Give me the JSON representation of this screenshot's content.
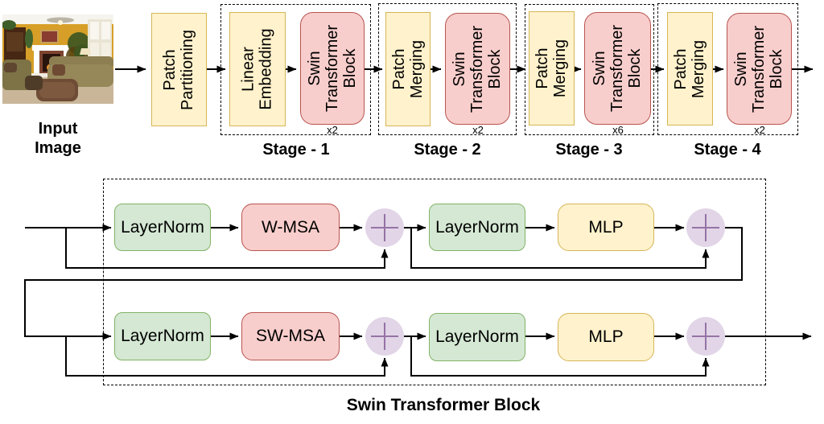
{
  "colors": {
    "yellow_fill": "#FFF2CC",
    "yellow_border": "#D6B656",
    "pink_fill": "#F8CECC",
    "pink_border": "#B85450",
    "green_fill": "#D5E8D4",
    "green_border": "#82B366",
    "node_fill": "#E1D5E7",
    "node_plus": "#9673A6",
    "wire": "#000000"
  },
  "pipeline": {
    "input_label": "Input\nImage",
    "patch_partitioning": "Patch\nPartitioning",
    "stages": [
      {
        "label": "Stage - 1",
        "box1": "Linear\nEmbedding",
        "box2": "Swin\nTransformer\nBlock",
        "mult": "x2"
      },
      {
        "label": "Stage - 2",
        "box1": "Patch\nMerging",
        "box2": "Swin\nTransformer\nBlock",
        "mult": "x2"
      },
      {
        "label": "Stage - 3",
        "box1": "Patch\nMerging",
        "box2": "Swin\nTransformer\nBlock",
        "mult": "x6"
      },
      {
        "label": "Stage - 4",
        "box1": "Patch\nMerging",
        "box2": "Swin\nTransformer\nBlock",
        "mult": "x2"
      }
    ]
  },
  "block_detail": {
    "caption": "Swin Transformer Block",
    "rows": [
      {
        "ln1": "LayerNorm",
        "attn": "W-MSA",
        "ln2": "LayerNorm",
        "mlp": "MLP"
      },
      {
        "ln1": "LayerNorm",
        "attn": "SW-MSA",
        "ln2": "LayerNorm",
        "mlp": "MLP"
      }
    ]
  }
}
